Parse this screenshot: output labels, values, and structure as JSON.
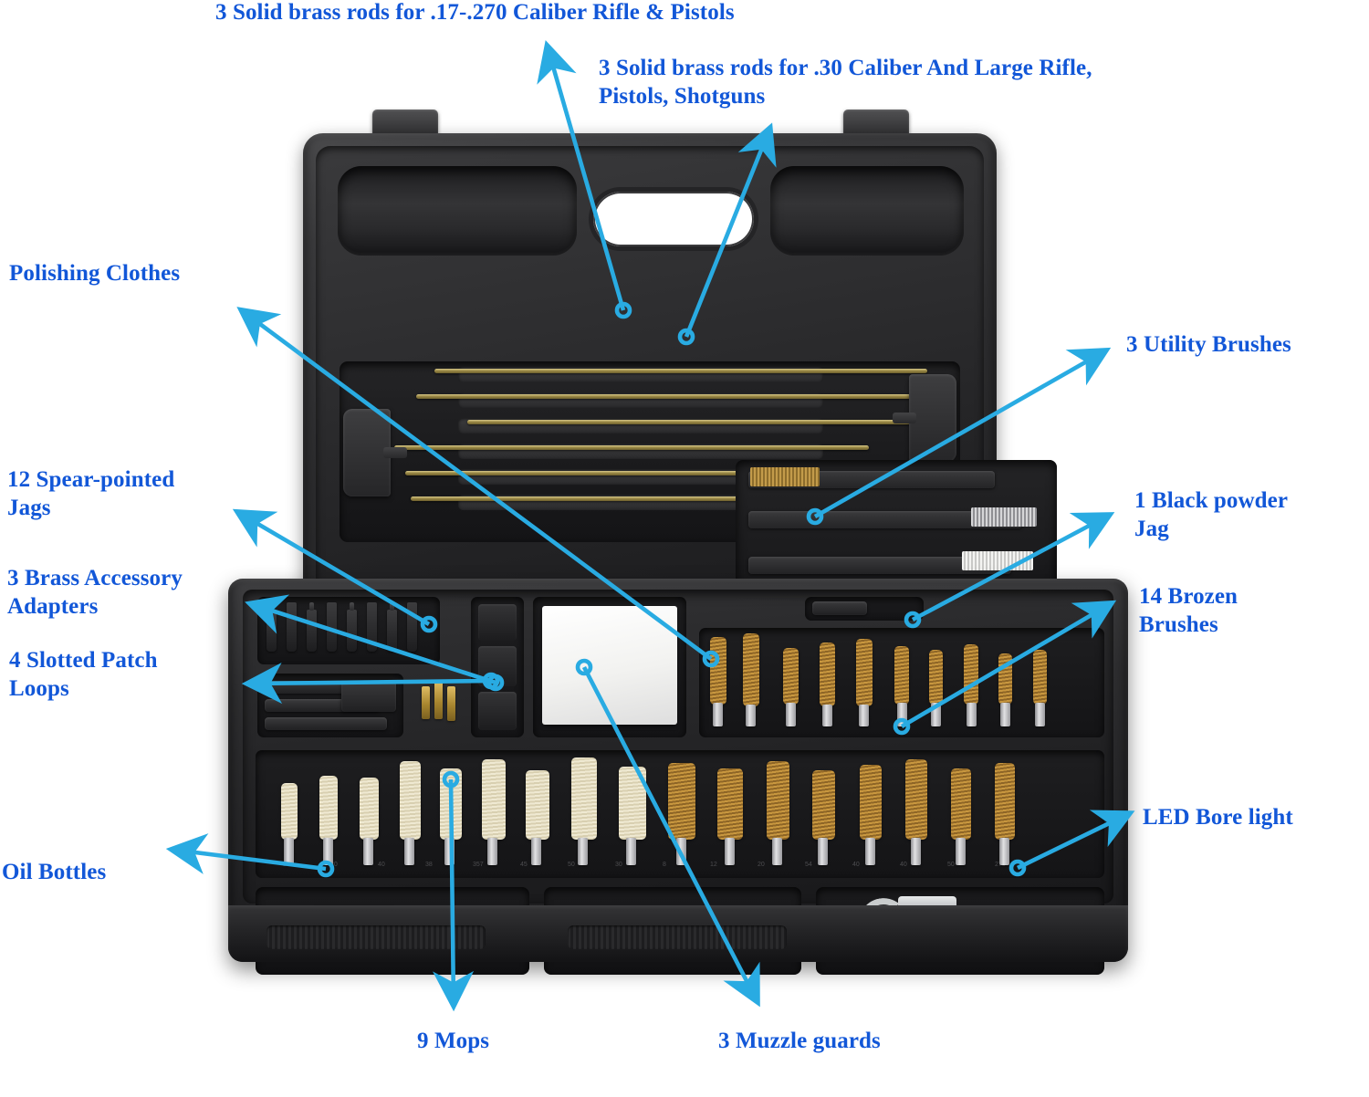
{
  "image": {
    "subject": "gun-cleaning-kit-case",
    "label_color": "#1257D8",
    "arrow_color": "#29ABE2",
    "background_color": "#FFFFFF"
  },
  "callouts": [
    {
      "id": "brass-rods-small",
      "text": "3 Solid brass rods for .17-.270 Caliber Rifle & Pistols"
    },
    {
      "id": "brass-rods-large",
      "text": "3 Solid brass rods for .30 Caliber And Large Rifle,\nPistols, Shotguns"
    },
    {
      "id": "polishing-clothes",
      "text": "Polishing Clothes"
    },
    {
      "id": "utility-brushes",
      "text": "3 Utility Brushes"
    },
    {
      "id": "spear-pointed-jags",
      "text": "12 Spear-pointed\nJags"
    },
    {
      "id": "black-powder-jag",
      "text": "1 Black powder\nJag"
    },
    {
      "id": "brass-adapters",
      "text": "3 Brass Accessory\nAdapters"
    },
    {
      "id": "brozen-brushes",
      "text": "14 Brozen\nBrushes"
    },
    {
      "id": "slotted-patch-loops",
      "text": "4 Slotted Patch\nLoops"
    },
    {
      "id": "oil-bottles",
      "text": "Oil Bottles"
    },
    {
      "id": "led-bore-light",
      "text": "LED Bore light"
    },
    {
      "id": "mops",
      "text": "9 Mops"
    },
    {
      "id": "muzzle-guards",
      "text": "3 Muzzle guards"
    }
  ],
  "caliber_marks_row": [
    "17",
    "30",
    "40",
    "38",
    "357",
    "45",
    "50",
    "30",
    "8",
    "12",
    "20",
    "54",
    "40",
    "40",
    "50",
    "270"
  ],
  "kit_parts": {
    "case_lid": "case-lid",
    "case_base": "case-base",
    "carry_handle": "carry-handle-cutout",
    "rod_bay": "brass-rod-bay",
    "t_handle_left": "t-handle-left",
    "t_handle_right": "t-handle-right",
    "utility_brush_bay": "utility-brush-bay",
    "polishing_cloth": "polishing-cloth",
    "mop_row": "mop-and-brush-row",
    "bronze_brush_block": "bronze-brush-block",
    "jag_block": "jag-block",
    "adapter_cluster": "brass-adapter-cluster",
    "loop_block": "slotted-loop-block",
    "muzzle_guard_block": "muzzle-guard-block",
    "oil_bottle_well": "oil-bottle-well",
    "bore_light_well": "bore-light-well"
  }
}
